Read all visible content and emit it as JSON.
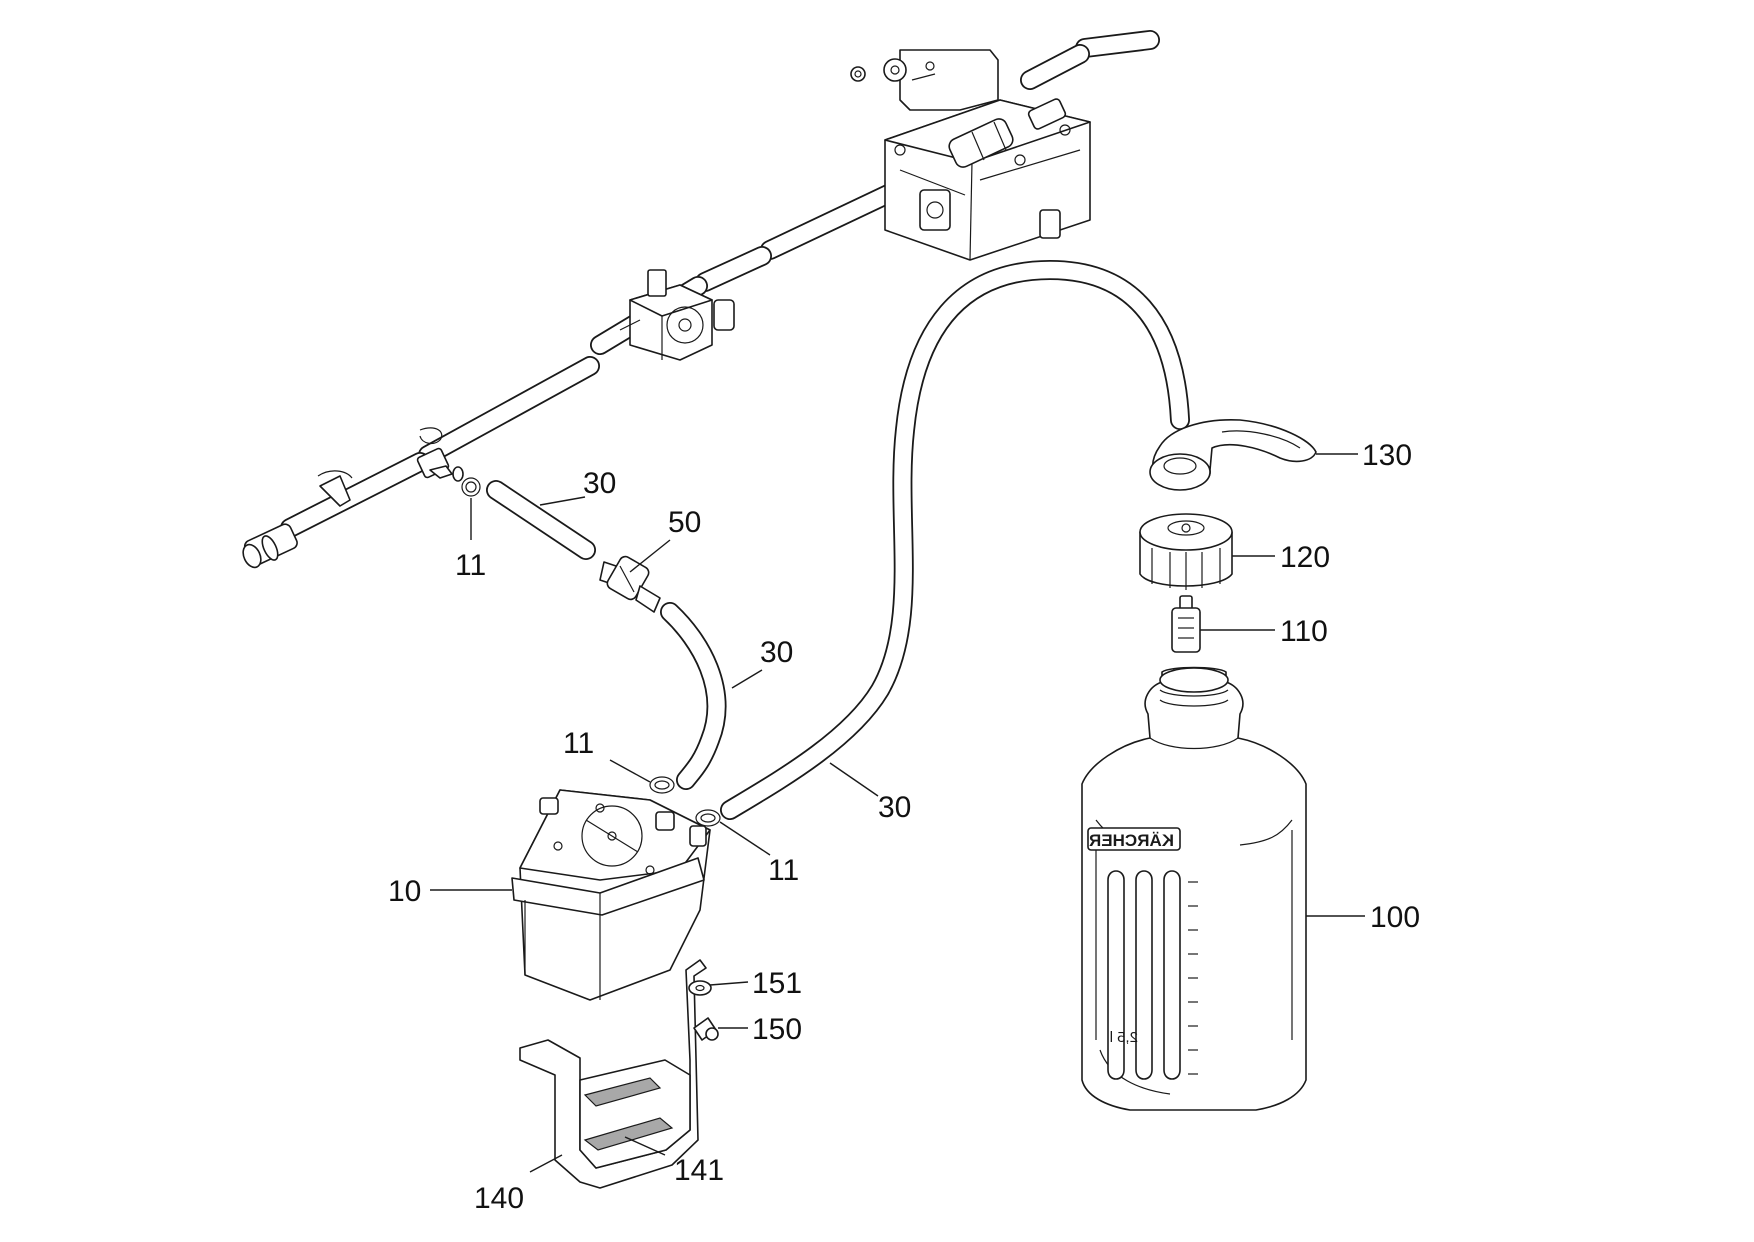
{
  "callouts": {
    "c130": "130",
    "c120": "120",
    "c110": "110",
    "c30_top": "30",
    "c50": "50",
    "c11_top": "11",
    "c30_mid": "30",
    "c11_mid": "11",
    "c30_long": "30",
    "c11_right": "11",
    "c10": "10",
    "c100": "100",
    "c151": "151",
    "c150": "150",
    "c141": "141",
    "c140": "140"
  },
  "canister": {
    "brand": "KÄRCHER",
    "volume": "2,5 l"
  }
}
